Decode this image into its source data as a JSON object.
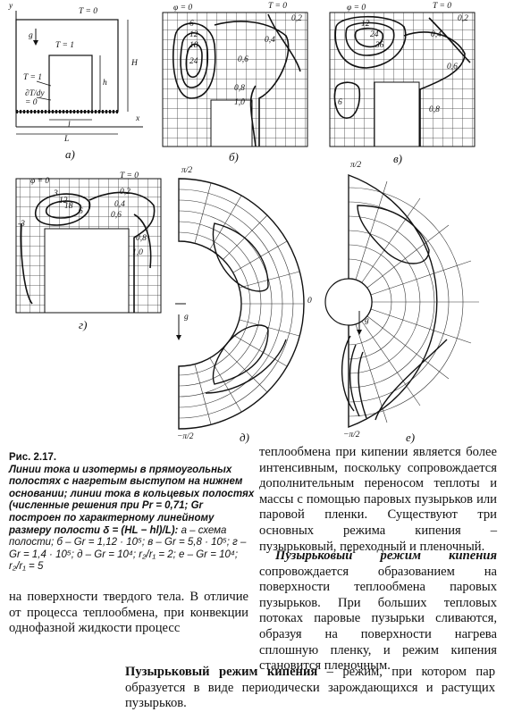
{
  "figure": {
    "panel_labels": [
      "а)",
      "б)",
      "в)",
      "г)",
      "д)",
      "е)"
    ],
    "panel_a": {
      "y_axis": "y",
      "x_axis": "x",
      "g": "g",
      "T0": "T = 0",
      "T1_top": "T = 1",
      "T1_side": "T = 1",
      "dT_dy": "∂T/dy = 0",
      "H": "H",
      "h": "h",
      "l": "l",
      "L": "L"
    },
    "panel_b": {
      "phi": "φ = 0",
      "T0": "T = 0",
      "isolines": [
        "6",
        "12",
        "18",
        "24",
        "0,2",
        "0,4",
        "0,6",
        "0,8",
        "1,0"
      ]
    },
    "panel_v": {
      "phi": "φ = 0",
      "T0": "T = 0",
      "isolines": [
        "12",
        "24",
        "36",
        "6",
        "0,2",
        "0,4",
        "0,6",
        "0,8"
      ]
    },
    "panel_g": {
      "phi": "φ = 0",
      "T0": "T = 0",
      "isolines": [
        "3",
        "12",
        "18",
        "6",
        "0,2",
        "0,4",
        "0,6",
        "0,8",
        "1,0",
        "-3"
      ]
    },
    "panel_d": {
      "top": "π/2",
      "bottom": "−π/2",
      "zero": "0",
      "g": "g"
    },
    "panel_e": {
      "top": "π/2",
      "bottom": "−π/2",
      "g": "g"
    }
  },
  "caption": {
    "title": "Рис. 2.17.",
    "text": "Линии тока и изотермы в прямоугольных полостях с нагретым выступом на нижнем основании; линии тока в кольцевых полостях (численные решения при Pr = 0,71; Gr построен по характерному линейному размеру полости δ = (HL − hl)/L):",
    "items": "а – схема полости; б – Gr = 1,12 · 10⁵; в – Gr = 5,8 · 10⁵; г – Gr = 1,4 · 10⁵; д – Gr = 10⁴; r₂/r₁ = 2; е – Gr = 10⁴; r₂/r₁ = 5"
  },
  "right_column": {
    "p1": "теплообмена при кипении является более интенсивным, поскольку сопровождается дополнительным переносом теплоты и массы с помощью паровых пузырьков или паровой пленки. Существуют три основных режима кипения – пузырьковый, переходный и пленочный.",
    "p2_heading": "Пузырьковый режим кипения",
    "p2_rest": " сопровождается образованием на поверхности теплообмена паровых пузырьков. При больших тепловых потоках паровые пузырьки сливаются, образуя на поверхности нагрева сплошную пленку, и режим кипения становится пленочным."
  },
  "left_column": {
    "p1": "на поверхности твердого тела. В отличие от процесса теплообмена, при конвекции однофазной жидкости процесс"
  },
  "definition": {
    "heading": "Пузырьковый режим кипения",
    "rest": " – режим, при котором пар образуется в виде периодически зарождающихся и растущих пузырьков."
  }
}
